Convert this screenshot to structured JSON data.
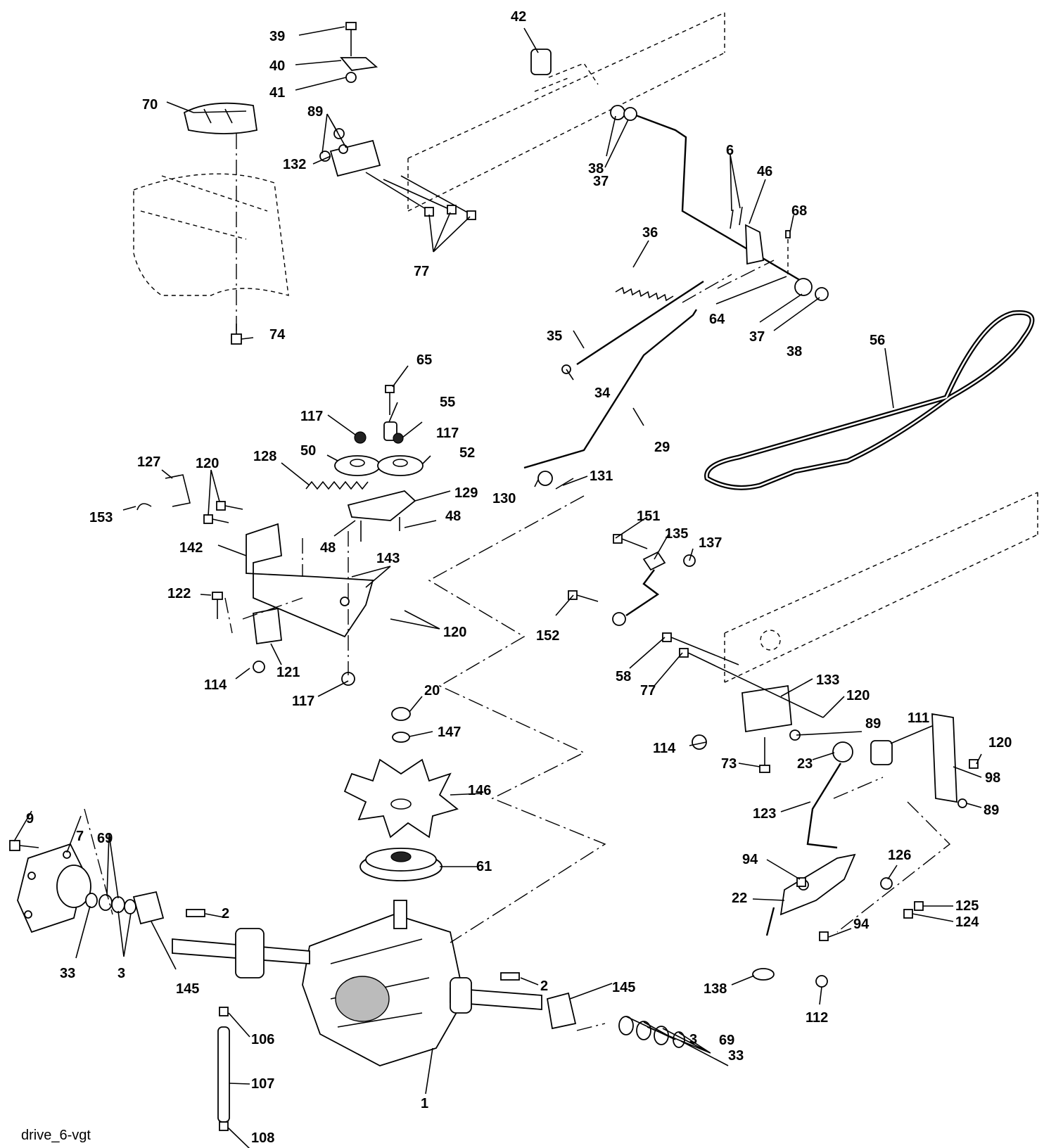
{
  "diagram": {
    "caption": "drive_6-vgt",
    "labels": [
      {
        "id": "l-42",
        "text": "42"
      },
      {
        "id": "l-39",
        "text": "39"
      },
      {
        "id": "l-40",
        "text": "40"
      },
      {
        "id": "l-41",
        "text": "41"
      },
      {
        "id": "l-70",
        "text": "70"
      },
      {
        "id": "l-89a",
        "text": "89"
      },
      {
        "id": "l-132",
        "text": "132"
      },
      {
        "id": "l-38a",
        "text": "38"
      },
      {
        "id": "l-37a",
        "text": "37"
      },
      {
        "id": "l-6",
        "text": "6"
      },
      {
        "id": "l-46",
        "text": "46"
      },
      {
        "id": "l-68",
        "text": "68"
      },
      {
        "id": "l-77a",
        "text": "77"
      },
      {
        "id": "l-36",
        "text": "36"
      },
      {
        "id": "l-64",
        "text": "64"
      },
      {
        "id": "l-37b",
        "text": "37"
      },
      {
        "id": "l-38b",
        "text": "38"
      },
      {
        "id": "l-74",
        "text": "74"
      },
      {
        "id": "l-35",
        "text": "35"
      },
      {
        "id": "l-56",
        "text": "56"
      },
      {
        "id": "l-65",
        "text": "65"
      },
      {
        "id": "l-55",
        "text": "55"
      },
      {
        "id": "l-34",
        "text": "34"
      },
      {
        "id": "l-117a",
        "text": "117"
      },
      {
        "id": "l-117b",
        "text": "117"
      },
      {
        "id": "l-50",
        "text": "50"
      },
      {
        "id": "l-52",
        "text": "52"
      },
      {
        "id": "l-29",
        "text": "29"
      },
      {
        "id": "l-127",
        "text": "127"
      },
      {
        "id": "l-120a",
        "text": "120"
      },
      {
        "id": "l-128",
        "text": "128"
      },
      {
        "id": "l-129",
        "text": "129"
      },
      {
        "id": "l-131",
        "text": "131"
      },
      {
        "id": "l-130",
        "text": "130"
      },
      {
        "id": "l-153",
        "text": "153"
      },
      {
        "id": "l-48a",
        "text": "48"
      },
      {
        "id": "l-48b",
        "text": "48"
      },
      {
        "id": "l-142",
        "text": "142"
      },
      {
        "id": "l-143",
        "text": "143"
      },
      {
        "id": "l-151",
        "text": "151"
      },
      {
        "id": "l-135",
        "text": "135"
      },
      {
        "id": "l-137",
        "text": "137"
      },
      {
        "id": "l-122",
        "text": "122"
      },
      {
        "id": "l-120b",
        "text": "120"
      },
      {
        "id": "l-152",
        "text": "152"
      },
      {
        "id": "l-114a",
        "text": "114"
      },
      {
        "id": "l-121",
        "text": "121"
      },
      {
        "id": "l-117c",
        "text": "117"
      },
      {
        "id": "l-58",
        "text": "58"
      },
      {
        "id": "l-77b",
        "text": "77"
      },
      {
        "id": "l-133",
        "text": "133"
      },
      {
        "id": "l-20",
        "text": "20"
      },
      {
        "id": "l-120c",
        "text": "120"
      },
      {
        "id": "l-147",
        "text": "147"
      },
      {
        "id": "l-111",
        "text": "111"
      },
      {
        "id": "l-89b",
        "text": "89"
      },
      {
        "id": "l-120d",
        "text": "120"
      },
      {
        "id": "l-114b",
        "text": "114"
      },
      {
        "id": "l-73",
        "text": "73"
      },
      {
        "id": "l-23",
        "text": "23"
      },
      {
        "id": "l-98",
        "text": "98"
      },
      {
        "id": "l-146",
        "text": "146"
      },
      {
        "id": "l-89c",
        "text": "89"
      },
      {
        "id": "l-123",
        "text": "123"
      },
      {
        "id": "l-9",
        "text": "9"
      },
      {
        "id": "l-7",
        "text": "7"
      },
      {
        "id": "l-61",
        "text": "61"
      },
      {
        "id": "l-94a",
        "text": "94"
      },
      {
        "id": "l-126",
        "text": "126"
      },
      {
        "id": "l-69a",
        "text": "69"
      },
      {
        "id": "l-22",
        "text": "22"
      },
      {
        "id": "l-125",
        "text": "125"
      },
      {
        "id": "l-2a",
        "text": "2"
      },
      {
        "id": "l-124",
        "text": "124"
      },
      {
        "id": "l-94b",
        "text": "94"
      },
      {
        "id": "l-33a",
        "text": "33"
      },
      {
        "id": "l-3a",
        "text": "3"
      },
      {
        "id": "l-145a",
        "text": "145"
      },
      {
        "id": "l-138",
        "text": "138"
      },
      {
        "id": "l-2b",
        "text": "2"
      },
      {
        "id": "l-145b",
        "text": "145"
      },
      {
        "id": "l-112",
        "text": "112"
      },
      {
        "id": "l-106",
        "text": "106"
      },
      {
        "id": "l-3b",
        "text": "3"
      },
      {
        "id": "l-69b",
        "text": "69"
      },
      {
        "id": "l-33b",
        "text": "33"
      },
      {
        "id": "l-107",
        "text": "107"
      },
      {
        "id": "l-1",
        "text": "1"
      },
      {
        "id": "l-108",
        "text": "108"
      }
    ]
  }
}
